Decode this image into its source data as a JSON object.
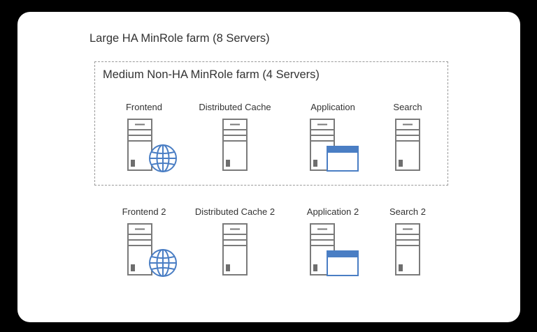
{
  "diagram": {
    "large_farm_title": "Large HA MinRole farm (8 Servers)",
    "medium_farm_title": "Medium Non-HA MinRole farm (4 Servers)",
    "colors": {
      "background": "#000000",
      "card": "#ffffff",
      "text": "#333333",
      "server_outline": "#7a7a7a",
      "accent_blue": "#4a7ec4",
      "dashed_border": "#9a9a9a"
    },
    "medium_farm_servers": [
      {
        "label": "Frontend",
        "icon": "server-icon",
        "overlay": "globe-icon"
      },
      {
        "label": "Distributed Cache",
        "icon": "server-icon",
        "overlay": null
      },
      {
        "label": "Application",
        "icon": "server-icon",
        "overlay": "window-icon"
      },
      {
        "label": "Search",
        "icon": "server-icon",
        "overlay": null
      }
    ],
    "additional_servers": [
      {
        "label": "Frontend 2",
        "icon": "server-icon",
        "overlay": "globe-icon"
      },
      {
        "label": "Distributed Cache 2",
        "icon": "server-icon",
        "overlay": null
      },
      {
        "label": "Application 2",
        "icon": "server-icon",
        "overlay": "window-icon"
      },
      {
        "label": "Search 2",
        "icon": "server-icon",
        "overlay": null
      }
    ]
  }
}
